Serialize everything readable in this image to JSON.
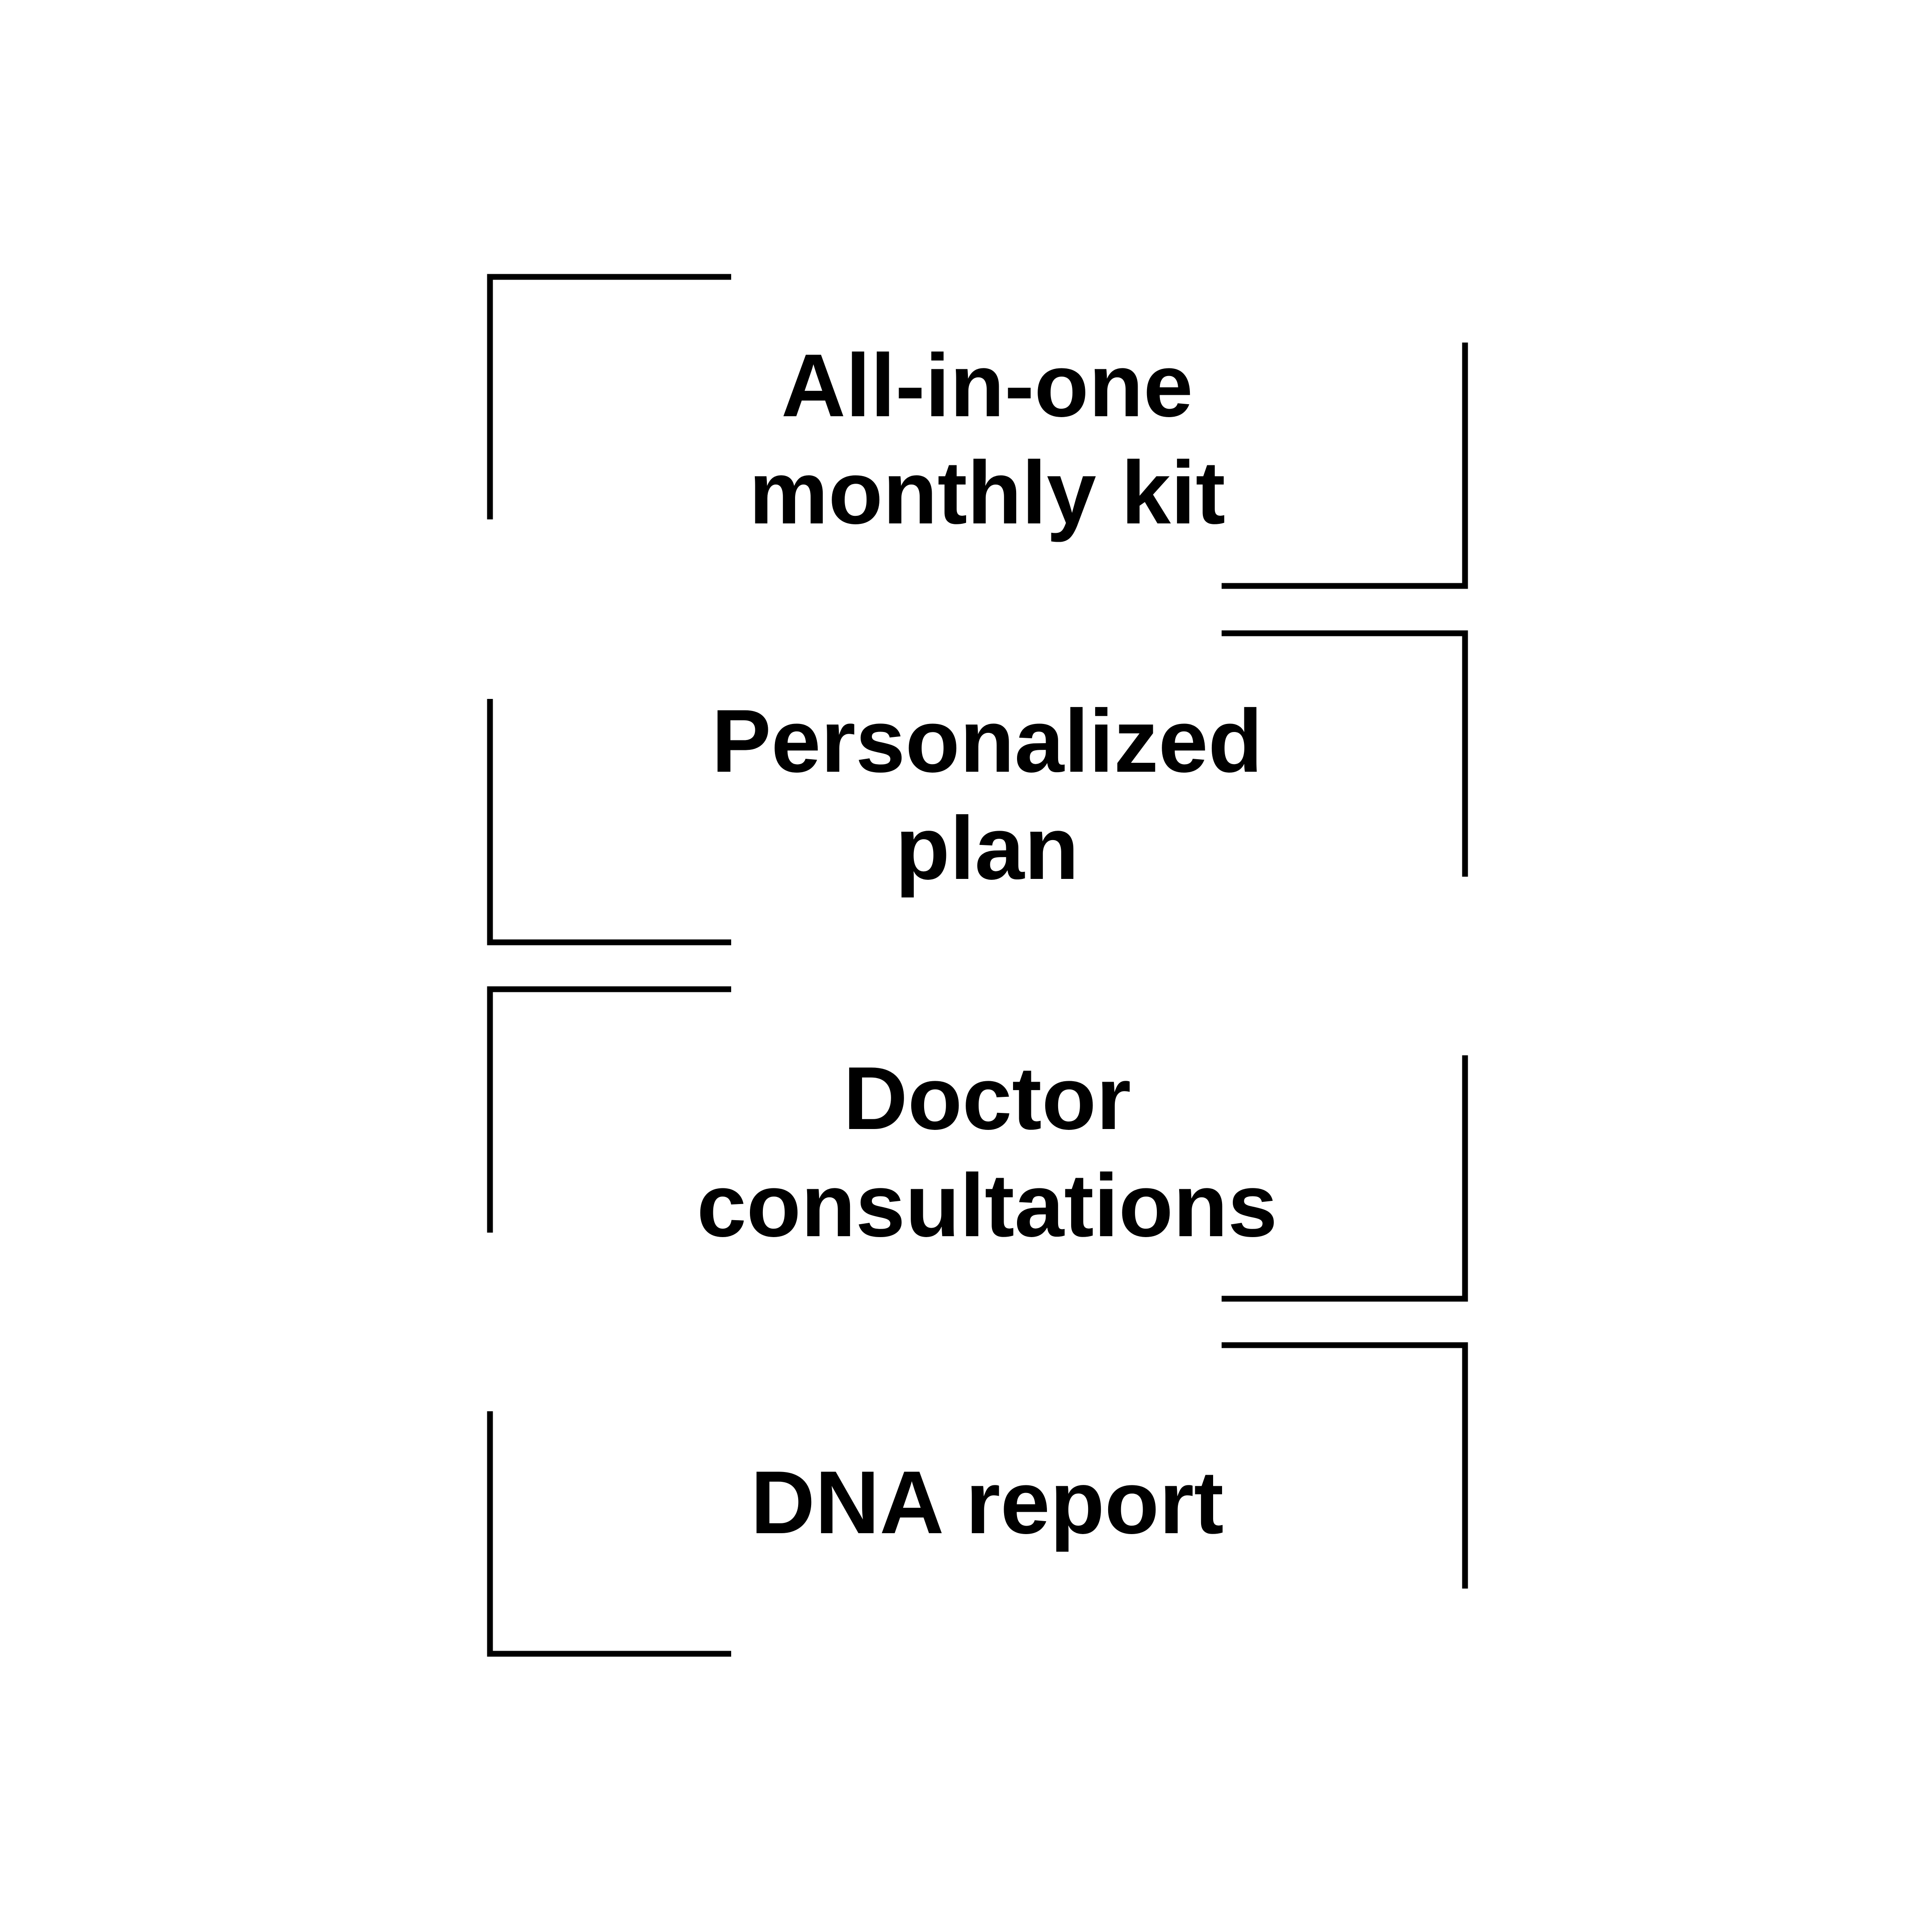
{
  "items": [
    {
      "lines": [
        "All-in-one",
        "monthly kit"
      ]
    },
    {
      "lines": [
        "Personalized",
        "plan"
      ]
    },
    {
      "lines": [
        "Doctor",
        "consultations"
      ]
    },
    {
      "lines": [
        "DNA report"
      ]
    }
  ],
  "colors": {
    "stroke": "#000000",
    "text": "#000000",
    "background": "#ffffff"
  }
}
